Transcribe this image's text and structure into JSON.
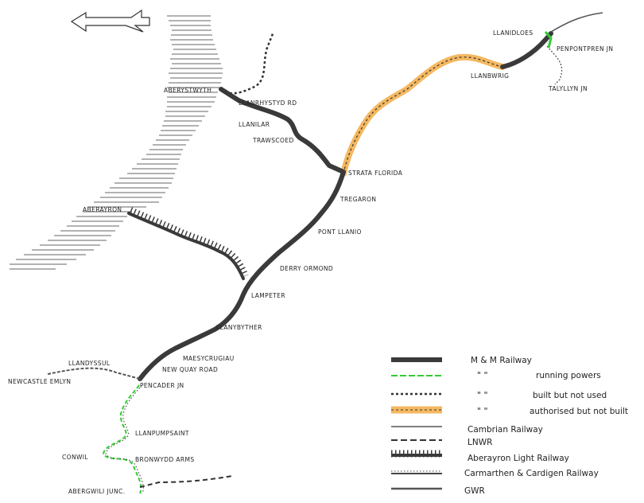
{
  "places": {
    "llanidloes": "LLANIDLOES",
    "penpontpren": "PENPONTPREN JN",
    "llanbwrig": "LLANBWRIG",
    "talyllyn": "TALYLLYN JN",
    "aberystwyth": "ABERYSTWYTH",
    "llanrhystyd": "LLANRHYSTYD RD",
    "llanilar": "LLANILAR",
    "trawscoed": "TRAWSCOED",
    "strata": "STRATA FLORIDA",
    "tregaron": "TREGARON",
    "aberayron": "ABERAYRON",
    "pontllanio": "PONT LLANIO",
    "derry": "DERRY ORMOND",
    "lampeter": "LAMPETER",
    "llanybyther": "LLANYBYTHER",
    "maesycrugiau": "MAESYCRUGIAU",
    "newquay": "NEW QUAY ROAD",
    "llandyssul": "LLANDYSSUL",
    "newcastle": "NEWCASTLE EMLYN",
    "pencader": "PENCADER JN",
    "llanpumpsaint": "LLANPUMPSAINT",
    "conwil": "CONWIL",
    "bronwydd": "BRONWYDD ARMS",
    "abergwili": "ABERGWILI JUNC."
  },
  "legend": {
    "items": [
      {
        "label": "M & M Railway"
      },
      {
        "label": "running powers",
        "ditto": "\"      \""
      },
      {
        "label": "built but not used",
        "ditto": "\"      \""
      },
      {
        "label": "authorised but not built",
        "ditto": "\"      \""
      },
      {
        "label": "Cambrian Railway"
      },
      {
        "label": "LNWR"
      },
      {
        "label": "Aberayron Light Railway"
      },
      {
        "label": "Carmarthen & Cardigen Railway"
      },
      {
        "label": "GWR"
      }
    ]
  },
  "colors": {
    "mm_line": "#3a3a3a",
    "running_powers": "#33cc33",
    "authorised_highlight": "#f4b860",
    "sea_hatch": "#666666"
  }
}
